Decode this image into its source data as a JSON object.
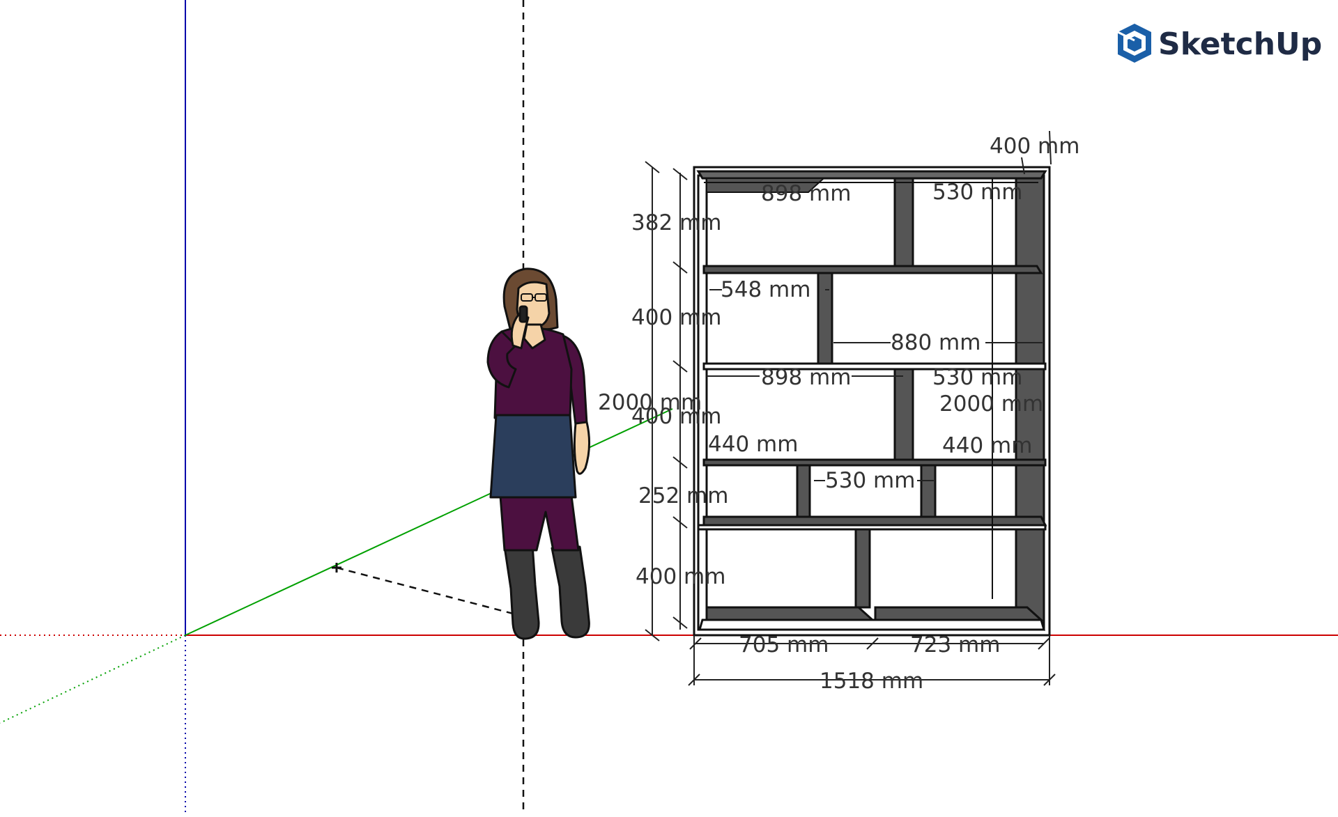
{
  "app": {
    "brand": "SketchUp",
    "brand_icon": "sketchup-cube-icon"
  },
  "colors": {
    "axis_red": "#cc0000",
    "axis_green": "#00a000",
    "axis_blue": "#0000aa",
    "panel_dark": "#555555",
    "panel_edge": "#1a1a1a",
    "dimension_text": "#333333",
    "logo_blue": "#1a5fa8",
    "logo_text": "#1f2b45"
  },
  "dimensions": {
    "depth_top": "400 mm",
    "row1_left": "898 mm",
    "row1_right": "530 mm",
    "height_382": "382 mm",
    "row2_left": "548 mm",
    "height_400_a": "400 mm",
    "row2_right": "880 mm",
    "row3_left": "898 mm",
    "row3_right": "530 mm",
    "total_left": "2000 mm",
    "height_400_b": "400 mm",
    "total_right": "2000 mm",
    "row3_bottom_left": "440 mm",
    "row3_bottom_right": "440 mm",
    "row4_middle": "530 mm",
    "height_252": "252 mm",
    "height_400_c": "400 mm",
    "bottom_left": "705 mm",
    "bottom_right": "723 mm",
    "total_width": "1518 mm"
  },
  "scene": {
    "model": "bookshelf",
    "figure": "scale-figure-woman-on-phone"
  }
}
